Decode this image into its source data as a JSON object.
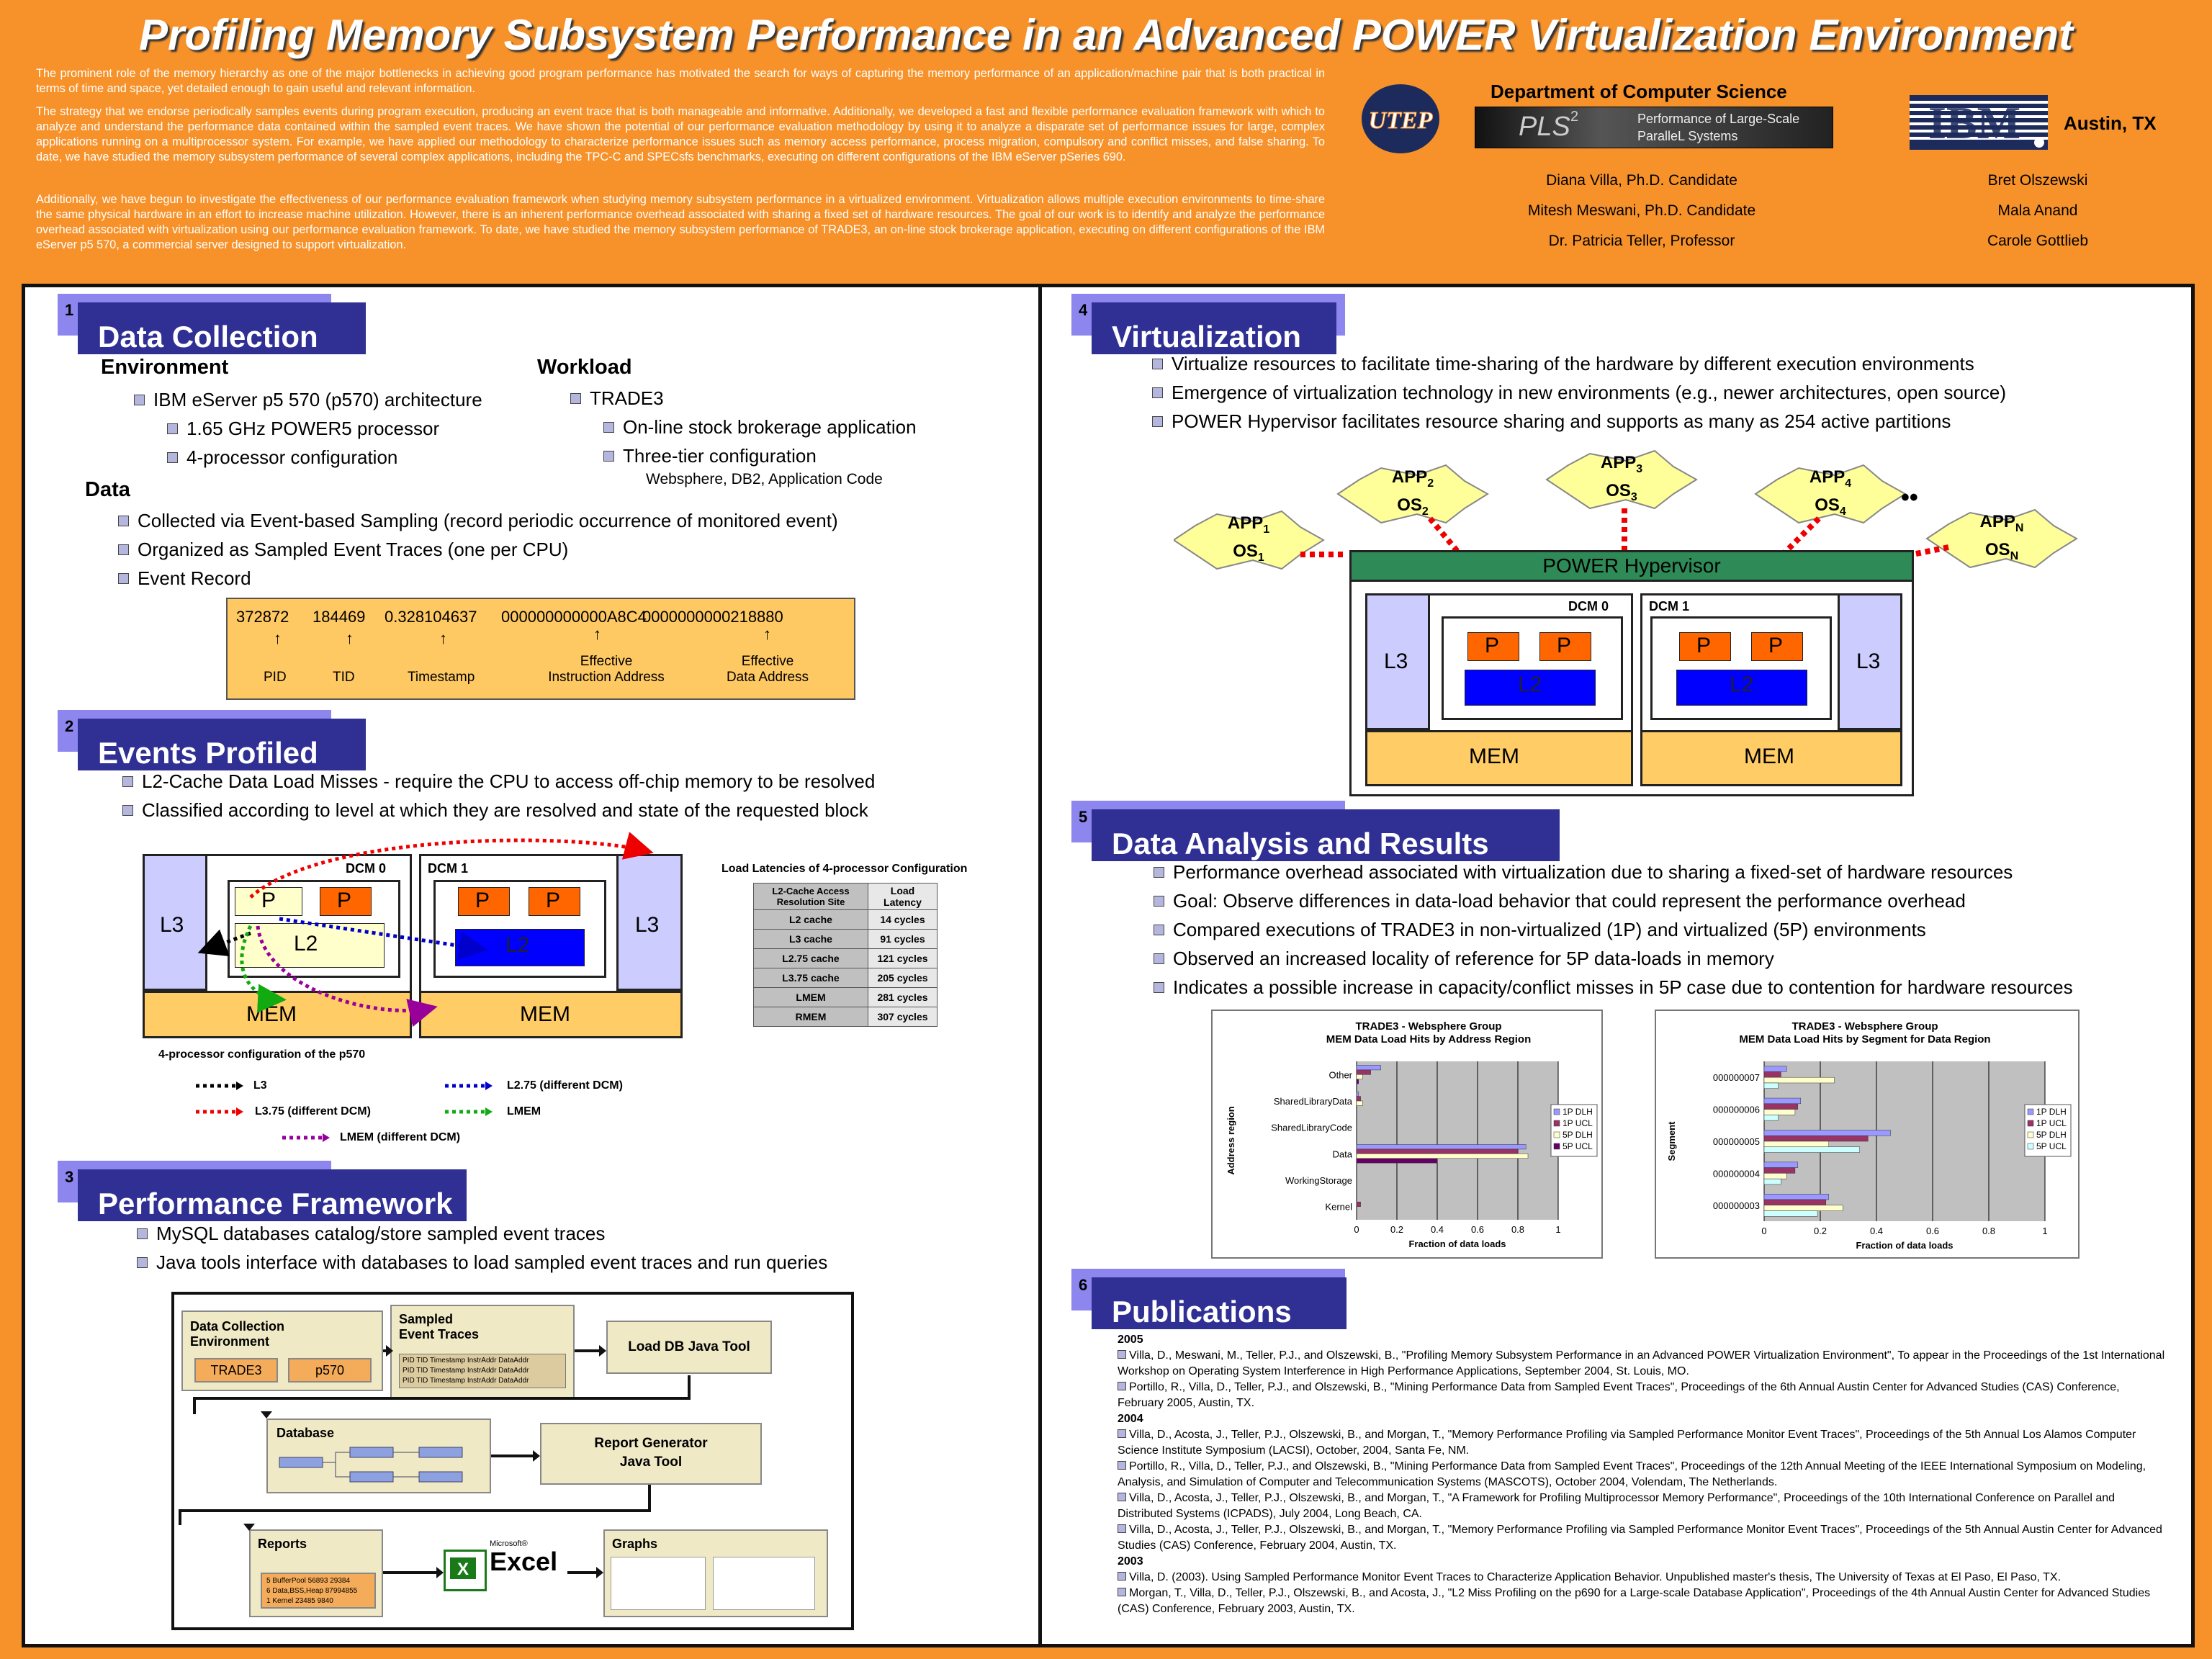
{
  "title": "Profiling Memory Subsystem Performance in an Advanced POWER Virtualization Environment",
  "intro": [
    "The prominent role of the memory hierarchy as one of the major bottlenecks in achieving good program performance has motivated the search for ways of capturing the memory performance of an application/machine pair that is both practical in terms of time and space, yet detailed enough to gain useful and relevant information.",
    "The strategy that we endorse periodically samples events during program execution, producing an event trace that is both manageable and informative.  Additionally, we developed a fast and flexible performance evaluation framework with which to analyze and understand the performance data contained within the sampled event traces.  We have shown the potential of our performance evaluation methodology by using it to analyze a disparate set of performance issues for large, complex applications running on a multiprocessor system.  For example, we have applied our methodology to characterize performance issues such as memory access performance, process migration, compulsory and conflict misses, and false sharing.  To date, we have studied the memory subsystem performance of several complex applications, including the TPC-C and SPECsfs benchmarks, executing on different configurations of the IBM eServer pSeries 690.",
    "Additionally, we have begun to investigate the effectiveness of our performance evaluation framework when studying memory subsystem performance in a virtualized environment.  Virtualization allows multiple execution environments to time-share the same physical hardware in an effort to increase machine utilization.  However, there is an inherent performance overhead associated with sharing a fixed set of hardware resources.  The goal of our work is to identify and analyze the performance overhead associated with virtualization using our performance evaluation framework.  To date, we have studied the memory subsystem performance of TRADE3, an on-line stock brokerage application, executing on different configurations of the IBM eServer p5 570, a commercial server designed to support virtualization."
  ],
  "header": {
    "dept": "Department of Computer Science",
    "pls": "PLS",
    "pls_sup": "2",
    "pls_name1": "Performance of Large-Scale",
    "pls_name2": "ParalleL Systems",
    "utep": "UTEP",
    "ibm": "IBM",
    "location": "Austin, TX",
    "authors_left": [
      "Diana Villa, Ph.D. Candidate",
      "Mitesh Meswani, Ph.D. Candidate",
      "Dr. Patricia Teller, Professor"
    ],
    "authors_right": [
      "Bret Olszewski",
      "Mala Anand",
      "Carole Gottlieb"
    ]
  },
  "s1": {
    "num": "1",
    "title": "Data Collection",
    "env_h": "Environment",
    "env1": "IBM eServer p5 570 (p570) architecture",
    "env2": "1.65 GHz POWER5 processor",
    "env3": "4-processor configuration",
    "wl_h": "Workload",
    "wl1": "TRADE3",
    "wl2": "On-line stock brokerage application",
    "wl3": "Three-tier configuration",
    "wl4": "Websphere, DB2, Application Code",
    "data_h": "Data",
    "d1": "Collected via Event-based Sampling (record periodic occurrence of monitored event)",
    "d2": "Organized as Sampled Event Traces (one per CPU)",
    "d3": "Event Record",
    "rec": [
      "372872",
      "184469",
      "0.328104637",
      "000000000000A8C4",
      "0000000000218880"
    ],
    "rec_labels": [
      "PID",
      "TID",
      "Timestamp",
      "Effective\nInstruction Address",
      "Effective\nData Address"
    ]
  },
  "s2": {
    "num": "2",
    "title": "Events Profiled",
    "b1": "L2-Cache Data Load Misses - require the CPU to access off-chip memory to be resolved",
    "b2": "Classified according to level at which they are resolved and state of the requested block",
    "dcm0": "DCM 0",
    "dcm1": "DCM 1",
    "l3": "L3",
    "l2": "L2",
    "p": "P",
    "mem": "MEM",
    "cap": "4-processor  configuration  of  the  p570",
    "leg_l3": "L3",
    "leg_l375": "L3.75 (different DCM)",
    "leg_l275": "L2.75 (different DCM)",
    "leg_lmem": "LMEM",
    "leg_lmem_d": "LMEM (different DCM)",
    "tbl_title": "Load Latencies of 4-processor  Configuration",
    "tbl_h1": "L2-Cache Access Resolution Site",
    "tbl_h2": "Load Latency",
    "rows": [
      [
        "L2 cache",
        "14 cycles"
      ],
      [
        "L3 cache",
        "91 cycles"
      ],
      [
        "L2.75 cache",
        "121 cycles"
      ],
      [
        "L3.75 cache",
        "205 cycles"
      ],
      [
        "LMEM",
        "281 cycles"
      ],
      [
        "RMEM",
        "307 cycles"
      ]
    ]
  },
  "s3": {
    "num": "3",
    "title": "Performance Framework",
    "b1": "MySQL databases catalog/store sampled event traces",
    "b2": "Java tools interface with databases to load sampled event traces and run queries",
    "dce": "Data Collection\nEnvironment",
    "trade3": "TRADE3",
    "p570": "p570",
    "set": "Sampled\nEvent Traces",
    "set_line": "PID TID Timestamp InstrAddr DataAddr",
    "load": "Load DB Java Tool",
    "db": "Database",
    "rg": "Report Generator\nJava Tool",
    "reports": "Reports",
    "rep_lines": [
      "5 BufferPool 56893 29384",
      "6 Data,BSS,Heap 87994855",
      "1 Kernel 23485 9840"
    ],
    "ms": "Microsoft®",
    "excel": "Excel",
    "graphs": "Graphs"
  },
  "s4": {
    "num": "4",
    "title": "Virtualization",
    "b1": "Virtualize resources to facilitate time-sharing of the hardware by different execution environments",
    "b2": "Emergence of virtualization technology in new environments (e.g., newer architectures, open source)",
    "b3": "POWER Hypervisor facilitates resource sharing and supports as many as 254 active partitions",
    "hyp": "POWER Hypervisor",
    "apps": [
      [
        "APP",
        "1",
        "OS",
        "1"
      ],
      [
        "APP",
        "2",
        "OS",
        "2"
      ],
      [
        "APP",
        "3",
        "OS",
        "3"
      ],
      [
        "APP",
        "4",
        "OS",
        "4"
      ],
      [
        "APP",
        "N",
        "OS",
        "N"
      ]
    ],
    "dots": "••",
    "dcm0": "DCM 0",
    "dcm1": "DCM 1",
    "l3": "L3",
    "l2": "L2",
    "p": "P",
    "mem": "MEM"
  },
  "s5": {
    "num": "5",
    "title": "Data Analysis and Results",
    "b": [
      "Performance overhead associated with virtualization due to sharing a fixed-set of hardware resources",
      "Goal: Observe differences in data-load behavior that could represent the performance overhead",
      "Compared executions of TRADE3 in non-virtualized (1P) and virtualized (5P) environments",
      "Observed an increased locality of reference for 5P data-loads in memory",
      "Indicates a possible increase in capacity/conflict misses in 5P case due to contention for hardware resources"
    ]
  },
  "chart_data": [
    {
      "type": "bar",
      "orientation": "horizontal",
      "title": "TRADE3 - Websphere Group",
      "subtitle": "MEM Data Load Hits by Address Region",
      "xlabel": "Fraction of data loads",
      "ylabel": "Address region",
      "xlim": [
        0,
        1
      ],
      "xticks": [
        "0",
        "0.2",
        "0.4",
        "0.6",
        "0.8",
        "1"
      ],
      "categories": [
        "Other",
        "SharedLibraryData",
        "SharedLibraryCode",
        "Data",
        "WorkingStorage",
        "Kernel"
      ],
      "series": [
        {
          "name": "1P DLH",
          "color": "#9999FF",
          "values": [
            0.12,
            0.01,
            0.0,
            0.84,
            0.0,
            0.0
          ]
        },
        {
          "name": "1P UCL",
          "color": "#993366",
          "values": [
            0.07,
            0.02,
            0.0,
            0.8,
            0.0,
            0.02
          ]
        },
        {
          "name": "5P DLH",
          "color": "#FFFFCC",
          "values": [
            0.03,
            0.03,
            0.0,
            0.85,
            0.0,
            0.0
          ]
        },
        {
          "name": "5P UCL",
          "color": "#660066",
          "values": [
            0.01,
            0.0,
            0.0,
            0.4,
            0.0,
            0.0
          ]
        }
      ],
      "legend": "right",
      "grid": true
    },
    {
      "type": "bar",
      "orientation": "horizontal",
      "title": "TRADE3 - Websphere Group",
      "subtitle": "MEM Data Load Hits by Segment for Data Region",
      "xlabel": "Fraction of data loads",
      "ylabel": "Segment",
      "xlim": [
        0,
        1
      ],
      "xticks": [
        "0",
        "0.2",
        "0.4",
        "0.6",
        "0.8",
        "1"
      ],
      "categories": [
        "000000007",
        "000000006",
        "000000005",
        "000000004",
        "000000003"
      ],
      "series": [
        {
          "name": "1P DLH",
          "color": "#9999FF",
          "values": [
            0.08,
            0.13,
            0.45,
            0.12,
            0.23
          ]
        },
        {
          "name": "1P UCL",
          "color": "#993366",
          "values": [
            0.06,
            0.12,
            0.37,
            0.11,
            0.22
          ]
        },
        {
          "name": "5P DLH",
          "color": "#FFFFCC",
          "values": [
            0.25,
            0.11,
            0.23,
            0.08,
            0.28
          ]
        },
        {
          "name": "5P UCL",
          "color": "#CCFFFF",
          "values": [
            0.05,
            0.05,
            0.34,
            0.06,
            0.19
          ]
        }
      ],
      "legend": "right",
      "grid": true
    }
  ],
  "s6": {
    "num": "6",
    "title": "Publications",
    "years": [
      {
        "year": "2005",
        "items": [
          "Villa, D., Meswani, M., Teller, P.J., and Olszewski, B., \"Profiling Memory Subsystem Performance in an Advanced POWER Virtualization Environment\", To appear in the Proceedings of the 1st International Workshop on Operating System Interference in High Performance Applications, September 2004, St. Louis, MO.",
          "Portillo, R., Villa, D., Teller, P.J., and Olszewski, B., \"Mining Performance Data from Sampled Event Traces\", Proceedings of the 6th Annual Austin Center for Advanced Studies (CAS) Conference, February 2005, Austin, TX."
        ]
      },
      {
        "year": "2004",
        "items": [
          "Villa, D., Acosta, J., Teller, P.J., Olszewski, B., and Morgan, T., \"Memory Performance Profiling via Sampled Performance Monitor Event Traces\", Proceedings of the 5th Annual Los Alamos Computer Science Institute Symposium (LACSI), October, 2004, Santa Fe, NM.",
          "Portillo, R., Villa, D., Teller, P.J., and Olszewski, B., \"Mining Performance Data from Sampled Event Traces\", Proceedings of the 12th Annual Meeting of the IEEE International Symposium on Modeling, Analysis, and Simulation of Computer and Telecommunication Systems (MASCOTS), October 2004, Volendam, The Netherlands.",
          "Villa, D., Acosta, J., Teller, P.J., Olszewski, B., and Morgan, T., \"A Framework for Profiling Multiprocessor Memory Performance\", Proceedings of the 10th International Conference on Parallel and Distributed Systems (ICPADS), July 2004, Long Beach, CA.",
          "Villa, D., Acosta, J., Teller, P.J., Olszewski, B., and Morgan, T., \"Memory Performance Profiling via Sampled Performance Monitor Event Traces\", Proceedings of the 5th Annual Austin Center for Advanced Studies (CAS) Conference, February 2004, Austin, TX."
        ]
      },
      {
        "year": "2003",
        "items": [
          "Villa, D. (2003). Using Sampled Performance Monitor Event Traces to Characterize Application Behavior. Unpublished master's thesis, The University of Texas at El Paso, El Paso, TX.",
          "Morgan, T., Villa, D., Teller, P.J., Olszewski, B., and Acosta, J., \"L2 Miss Profiling on the p690 for a Large-scale Database Application\", Proceedings of the 4th Annual Austin Center for Advanced Studies (CAS) Conference, February 2003, Austin, TX."
        ]
      }
    ]
  }
}
